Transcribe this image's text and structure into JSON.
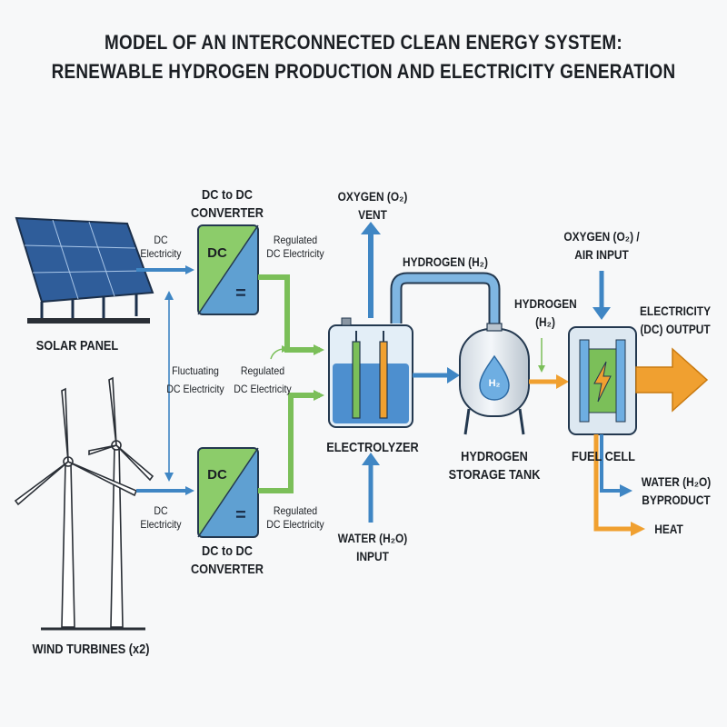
{
  "title": {
    "line1": "MODEL OF AN INTERCONNECTED CLEAN ENERGY SYSTEM:",
    "line2": "RENEWABLE HYDROGEN PRODUCTION AND ELECTRICITY GENERATION"
  },
  "components": {
    "solar": "SOLAR PANEL",
    "wind": "WIND TURBINES (x2)",
    "converter_top_1": "DC to DC",
    "converter_top_2": "CONVERTER",
    "converter_bottom_1": "DC to DC",
    "converter_bottom_2": "CONVERTER",
    "converter_box": "DC",
    "converter_symbol": "=",
    "electrolyzer": "ELECTROLYZER",
    "storage_1": "HYDROGEN",
    "storage_2": "STORAGE TANK",
    "tank_badge": "H₂",
    "fuel_cell": "FUEL CELL"
  },
  "flows": {
    "dc_electricity_top_1": "DC",
    "dc_electricity_top_2": "Electricity",
    "dc_electricity_bottom_1": "DC",
    "dc_electricity_bottom_2": "Electricity",
    "regulated_top_1": "Regulated",
    "regulated_top_2": "DC Electricity",
    "regulated_bottom_1": "Regulated",
    "regulated_bottom_2": "DC Electricity",
    "fluctuating_1": "Fluctuating",
    "fluctuating_2": "DC Electricity",
    "regulated_mid_1": "Regulated",
    "regulated_mid_2": "DC Electricity",
    "oxygen_vent_1": "OXYGEN (O₂)",
    "oxygen_vent_2": "VENT",
    "hydrogen_pipe": "HYDROGEN (H₂)",
    "hydrogen_feed_1": "HYDROGEN",
    "hydrogen_feed_2": "(H₂)",
    "air_input_1": "OXYGEN (O₂) /",
    "air_input_2": "AIR INPUT",
    "water_input_1": "WATER (H₂O)",
    "water_input_2": "INPUT",
    "electricity_output_1": "ELECTRICITY",
    "electricity_output_2": "(DC) OUTPUT",
    "water_byproduct_1": "WATER (H₂O)",
    "water_byproduct_2": "BYPRODUCT",
    "heat": "HEAT"
  },
  "colors": {
    "blue_flow": "#3f86c4",
    "green_flow": "#7bbf59",
    "orange_flow": "#f0a030",
    "panel": "#2f5d9a",
    "converter_blue": "#5fa0d2",
    "converter_green": "#8ccc6a"
  }
}
